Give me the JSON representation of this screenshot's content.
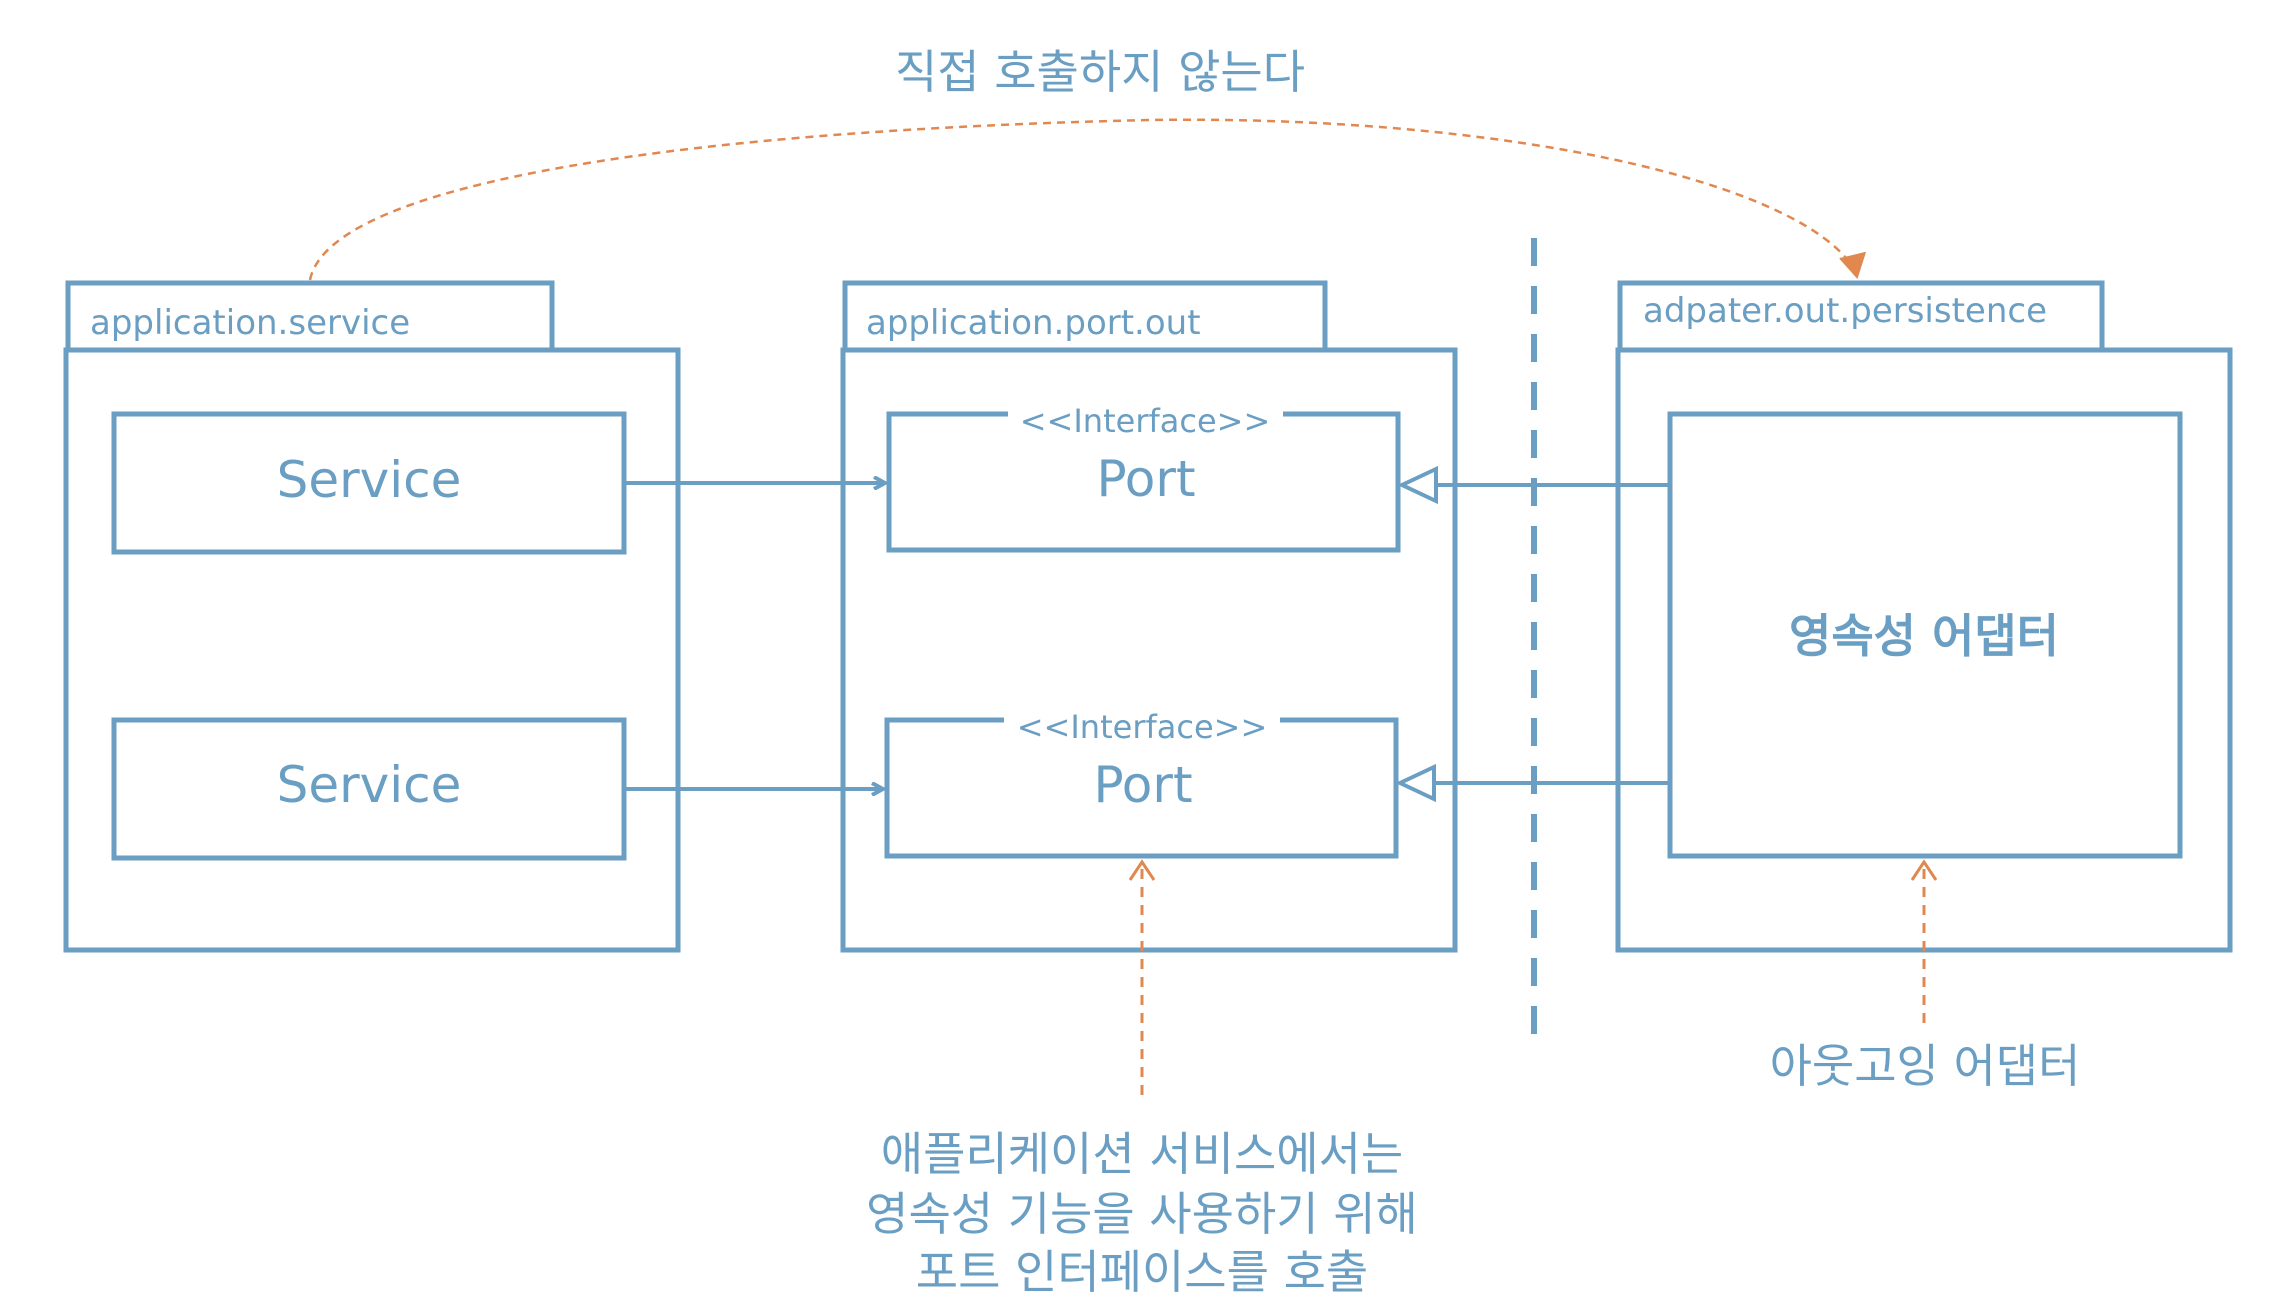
{
  "top_note": "직접 호출하지 않는다",
  "packages": {
    "service": {
      "label": "application.service"
    },
    "port_out": {
      "label": "application.port.out"
    },
    "persistence": {
      "label": "adpater.out.persistence"
    }
  },
  "service_1": "Service",
  "service_2": "Service",
  "port_1": {
    "stereotype": "<<Interface>>",
    "name": "Port"
  },
  "port_2": {
    "stereotype": "<<Interface>>",
    "name": "Port"
  },
  "adapter": "영속성 어댑터",
  "outgoing_note": "아웃고잉 어댑터",
  "bottom_note": [
    "애플리케이션 서비스에서는",
    "영속성 기능을 사용하기 위해",
    "포트 인터페이스를 호출"
  ],
  "colors": {
    "box": "#6a9ec2",
    "text": "#6a9ec2",
    "note_arrow": "#e08850"
  }
}
